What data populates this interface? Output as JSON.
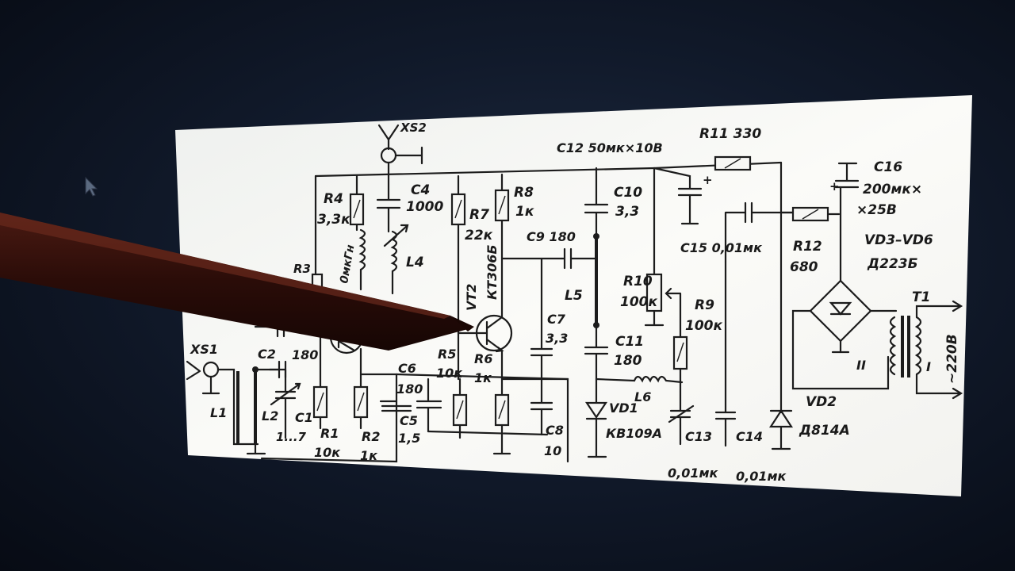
{
  "labels": {
    "xs1": "XS1",
    "xs2": "XS2",
    "l1": "L1",
    "l2": "L2",
    "c1_name": "C1",
    "c1_val": "1...7",
    "c2_name": "C2",
    "c2_val": "180",
    "r1_name": "R1",
    "r1_val": "10к",
    "r2_name": "R2",
    "r2_val": "1к",
    "r3_name": "R3",
    "r4_name": "R4",
    "r4_val": "3,3к",
    "l3_frag": "0мкГн",
    "c4_name": "C4",
    "c4_val": "1000",
    "l4": "L4",
    "c5_name": "C5",
    "c5_val": "1,5",
    "c6_name": "C6",
    "c6_val": "180",
    "r5_name": "R5",
    "r5_val": "10к",
    "r6_name": "R6",
    "r6_val": "1к",
    "r7_name": "R7",
    "r7_val": "22к",
    "r8_name": "R8",
    "r8_val": "1к",
    "vt2_name": "VT2",
    "vt2_type": "КТ306Б",
    "c7_name": "C7",
    "c7_val": "3,3",
    "c8_name": "C8",
    "c8_val": "10",
    "c9": "C9 180",
    "c10_name": "C10",
    "c10_val": "3,3",
    "l5": "L5",
    "c11_name": "C11",
    "c11_val": "180",
    "l6": "L6",
    "vd1_name": "VD1",
    "vd1_type": "КВ109А",
    "c12": "C12 50мк×10В",
    "r10_name": "R10",
    "r10_val": "100к",
    "r9_name": "R9",
    "r9_val": "100к",
    "c13": "C13",
    "c14": "C14",
    "c13_val": "0,01мк",
    "c14_val": "0,01мк",
    "r11": "R11 330",
    "c15": "C15 0,01мк",
    "r12_name": "R12",
    "r12_val": "680",
    "c16_name": "C16",
    "c16_val": "200мк×",
    "c16_volt": "×25В",
    "vd36_name": "VD3–VD6",
    "vd36_type": "Д223Б",
    "t1": "T1",
    "t1_sec": "II",
    "t1_pri": "I",
    "mains": "~220В",
    "vd2_name": "VD2",
    "vd2_type": "Д814А"
  }
}
